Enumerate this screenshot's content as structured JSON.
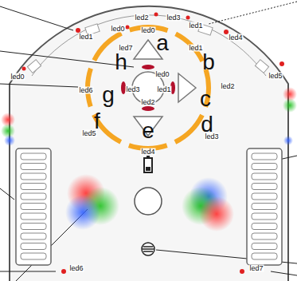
{
  "diagram": {
    "labels": [
      "led2",
      "led3",
      "led0",
      "led0",
      "led1",
      "led1",
      "led4",
      "a",
      "led7",
      "led1",
      "h",
      "b",
      "led0",
      "led0",
      "led5",
      "led6",
      "g",
      "led3",
      "led1",
      "c",
      "led2",
      "led2",
      "f",
      "d",
      "led5",
      "led3",
      "e",
      "led4",
      "led6",
      "led7"
    ]
  }
}
